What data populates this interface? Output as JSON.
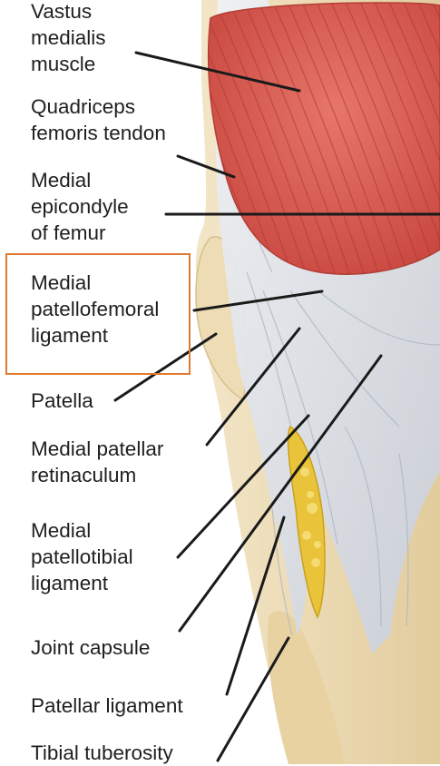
{
  "colors": {
    "highlight_border": "#e07a2e",
    "muscle": "#d9584f",
    "muscle_fiber": "#a93a36",
    "ligament": "#dfe3ea",
    "bone": "#ecdcb8",
    "fat_pad": "#e8c43a",
    "leader_line": "#1a1a1a"
  },
  "labels": [
    {
      "id": "vastus-medialis-muscle",
      "lines": [
        "Vastus",
        "medialis",
        "muscle"
      ]
    },
    {
      "id": "quadriceps-femoris-tendon",
      "lines": [
        "Quadriceps",
        "femoris tendon"
      ]
    },
    {
      "id": "medial-epicondyle-of-femur",
      "lines": [
        "Medial",
        "epicondyle",
        "of femur"
      ]
    },
    {
      "id": "medial-patellofemoral-ligament",
      "lines": [
        "Medial",
        "patellofemoral",
        "ligament"
      ]
    },
    {
      "id": "patella",
      "lines": [
        "Patella"
      ]
    },
    {
      "id": "medial-patellar-retinaculum",
      "lines": [
        "Medial patellar",
        "retinaculum"
      ]
    },
    {
      "id": "medial-patellotibial-ligament",
      "lines": [
        "Medial",
        "patellotibial",
        "ligament"
      ]
    },
    {
      "id": "joint-capsule",
      "lines": [
        "Joint capsule"
      ]
    },
    {
      "id": "patellar-ligament",
      "lines": [
        "Patellar ligament"
      ]
    },
    {
      "id": "tibial-tuberosity",
      "lines": [
        "Tibial tuberosity"
      ]
    }
  ]
}
